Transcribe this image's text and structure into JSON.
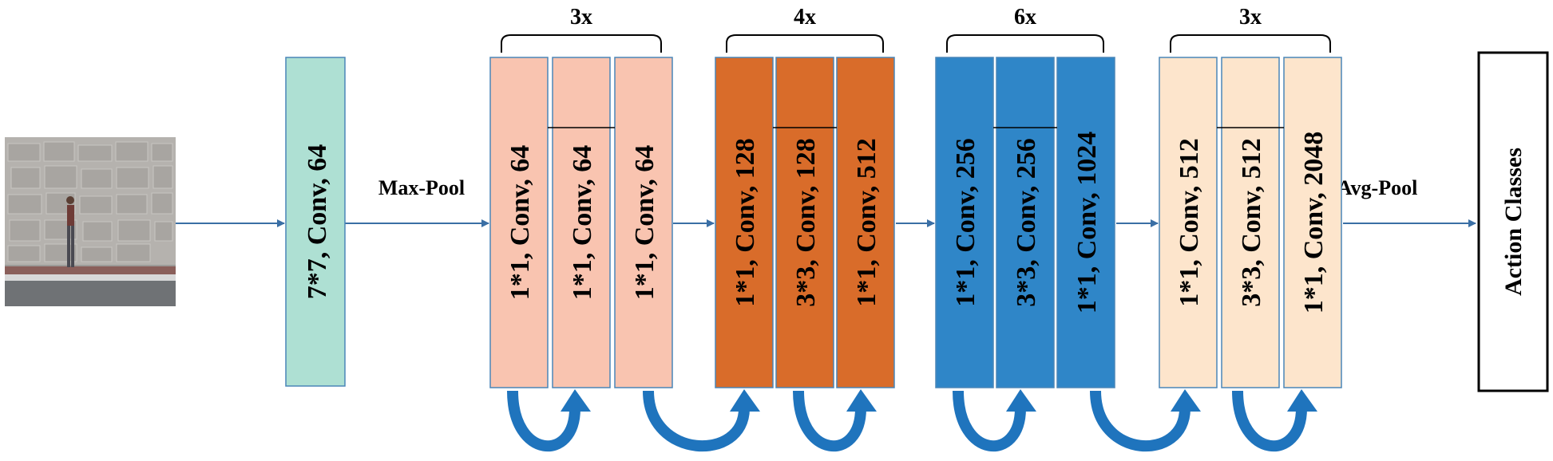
{
  "colors": {
    "stem": "#aee0d3",
    "stage1": "#f9c4b0",
    "stage2": "#d96c2a",
    "stage3": "#2f86c8",
    "stage4": "#fde5cc",
    "block_border": "#4a86b8",
    "arrow": "#3a6fa5",
    "skip_arrow": "#1f74bd"
  },
  "input_image": {
    "subject": "person-standing-by-stone-wall"
  },
  "stem": {
    "label": "7*7, Conv, 64"
  },
  "maxpool": {
    "label": "Max-Pool"
  },
  "avgpool": {
    "label": "Avg-Pool"
  },
  "output": {
    "label": "Action Classes"
  },
  "stages": [
    {
      "repeat": "3x",
      "blocks": [
        "1*1, Conv, 64",
        "1*1, Conv, 64",
        "1*1, Conv, 64"
      ]
    },
    {
      "repeat": "4x",
      "blocks": [
        "1*1, Conv, 128",
        "3*3, Conv, 128",
        "1*1, Conv, 512"
      ]
    },
    {
      "repeat": "6x",
      "blocks": [
        "1*1, Conv, 256",
        "3*3, Conv, 256",
        "1*1, Conv, 1024"
      ]
    },
    {
      "repeat": "3x",
      "blocks": [
        "1*1, Conv, 512",
        "3*3, Conv, 512",
        "1*1, Conv, 2048"
      ]
    }
  ]
}
